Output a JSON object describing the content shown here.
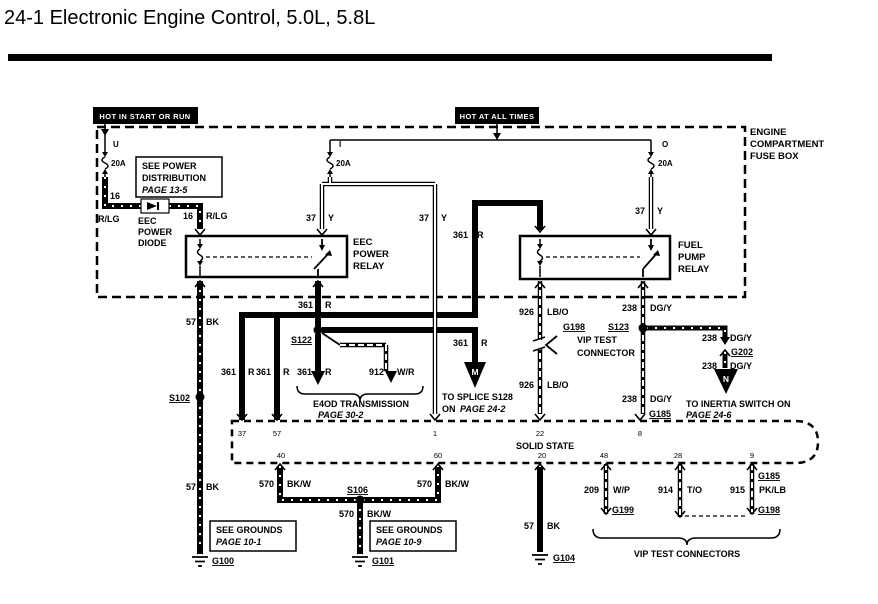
{
  "title": "24-1 Electronic Engine Control, 5.0L, 5.8L",
  "colors": {
    "ink": "#000000",
    "paper": "#ffffff"
  },
  "feeds": {
    "hot_start_run": "HOT IN START OR RUN",
    "hot_all_times": "HOT AT ALL TIMES"
  },
  "fuse_box": {
    "label_lines": [
      "ENGINE",
      "COMPARTMENT",
      "FUSE BOX"
    ],
    "fuses": [
      {
        "id": "U",
        "rating": "20A"
      },
      {
        "id": "I",
        "rating": "20A"
      },
      {
        "id": "O",
        "rating": "20A"
      }
    ]
  },
  "components": {
    "eec_power_diode": [
      "EEC",
      "POWER",
      "DIODE"
    ],
    "eec_power_relay": [
      "EEC",
      "POWER",
      "RELAY"
    ],
    "fuel_pump_relay": [
      "FUEL",
      "PUMP",
      "RELAY"
    ],
    "solid_state": "SOLID STATE"
  },
  "wires": {
    "w16": "16",
    "rlg": "R/LG",
    "w37": "37",
    "y": "Y",
    "w361": "361",
    "r": "R",
    "w57": "57",
    "bk": "BK",
    "w926": "926",
    "lbo": "LB/O",
    "w238": "238",
    "dgy": "DG/Y",
    "w912": "912",
    "wr": "W/R",
    "w570": "570",
    "bkw": "BK/W",
    "w209": "209",
    "wp": "W/P",
    "w914": "914",
    "to": "T/O",
    "w915": "915",
    "pklb": "PK/LB"
  },
  "points": {
    "s102": "S102",
    "s106": "S106",
    "s122": "S122",
    "s123": "S123",
    "g100": "G100",
    "g101": "G101",
    "g104": "G104",
    "g185": "G185",
    "g198": "G198",
    "g199": "G199",
    "g202": "G202"
  },
  "module_pins": {
    "top": [
      "37",
      "57",
      "1",
      "22",
      "8"
    ],
    "bottom": [
      "40",
      "60",
      "20",
      "48",
      "28",
      "9"
    ]
  },
  "notes": {
    "power_dist": {
      "l1": "SEE POWER",
      "l2": "DISTRIBUTION",
      "page": "PAGE 13-5"
    },
    "e4od": {
      "l1": "E4OD  TRANSMISSION",
      "page": "PAGE 30-2"
    },
    "splice": {
      "l1": "TO SPLICE S128",
      "l2": "ON",
      "page": "PAGE 24-2"
    },
    "inertia": {
      "l1": "TO INERTIA  SWITCH ON",
      "page": "PAGE 24-6"
    },
    "vip_conn": {
      "l1": "VIP TEST",
      "l2": "CONNECTOR"
    },
    "grounds1": {
      "l1": "SEE GROUNDS",
      "page": "PAGE 10-1"
    },
    "grounds2": {
      "l1": "SEE GROUNDS",
      "page": "PAGE 10-9"
    },
    "vip_connectors": "VIP  TEST  CONNECTORS"
  },
  "arrows": {
    "m": "M",
    "n": "N"
  }
}
